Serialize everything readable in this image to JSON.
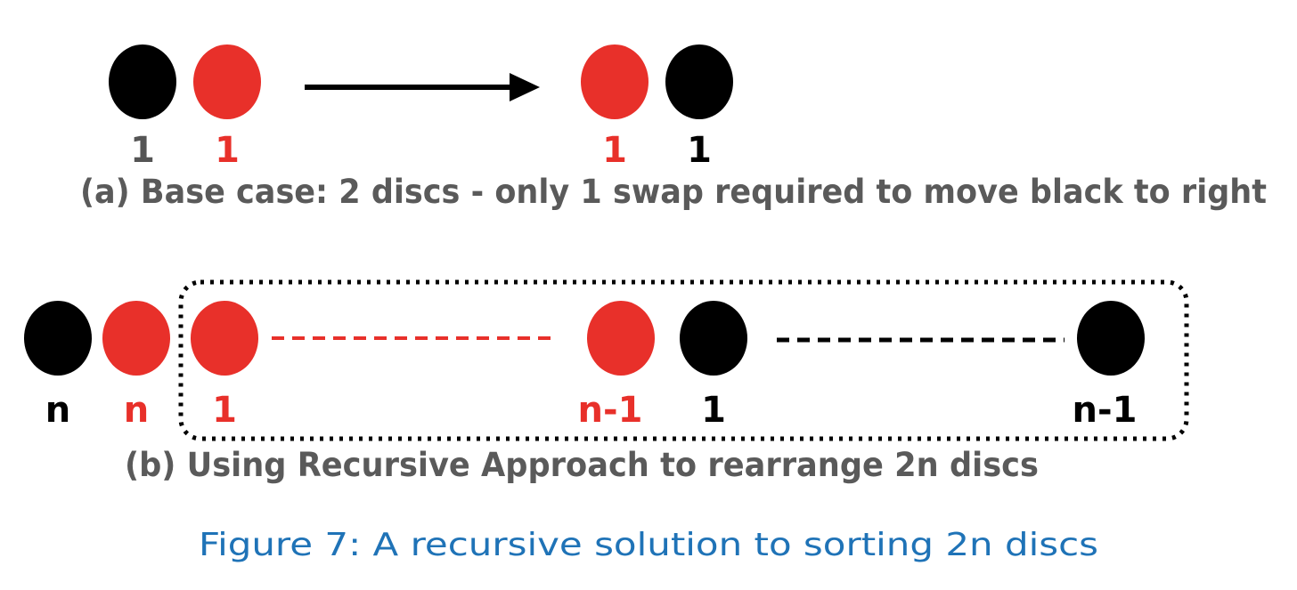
{
  "colors": {
    "black_disc": "#000000",
    "red_disc": "#e8302a",
    "caption": "#5a5a5a",
    "figure_caption": "#1f73b7"
  },
  "part_a": {
    "before": [
      {
        "color": "black",
        "label": "1"
      },
      {
        "color": "red",
        "label": "1"
      }
    ],
    "after": [
      {
        "color": "red",
        "label": "1"
      },
      {
        "color": "black",
        "label": "1"
      }
    ],
    "caption": "(a) Base case: 2 discs - only 1 swap required to move black to right"
  },
  "part_b": {
    "outer": [
      {
        "color": "black",
        "label": "n"
      },
      {
        "color": "red",
        "label": "n"
      }
    ],
    "inner_red_start": {
      "color": "red",
      "label": "1"
    },
    "inner_red_end": {
      "color": "red",
      "label": "n-1"
    },
    "inner_black_start": {
      "color": "black",
      "label": "1"
    },
    "inner_black_end": {
      "color": "black",
      "label": "n-1"
    },
    "caption": "(b) Using Recursive Approach to rearrange 2n discs"
  },
  "figure_caption": "Figure 7: A recursive solution to sorting 2n discs"
}
